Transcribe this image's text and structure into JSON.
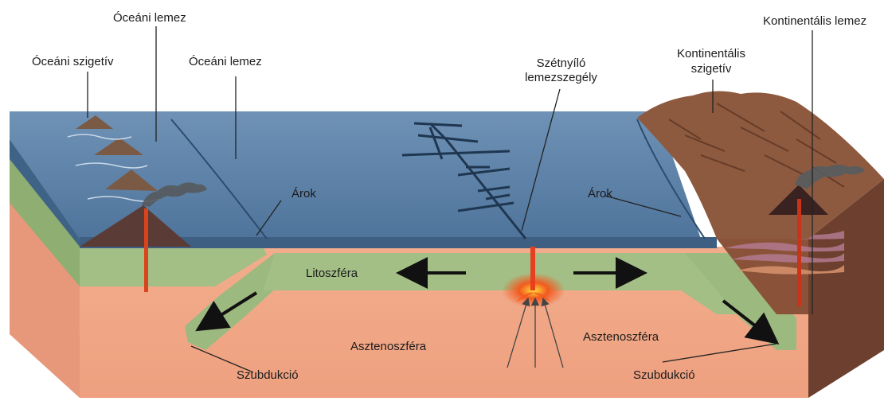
{
  "labels": {
    "oceanic_plate_top": "Óceáni lemez",
    "oceanic_island_arc": "Óceáni szigetív",
    "oceanic_plate": "Óceáni lemez",
    "spreading_ridge_line1": "Szétnyíló",
    "spreading_ridge_line2": "lemezszegély",
    "continental_plate": "Kontinentális lemez",
    "continental_arc_line1": "Kontinentális",
    "continental_arc_line2": "szigetív",
    "trench_left": "Árok",
    "trench_right": "Árok",
    "lithosphere": "Litoszféra",
    "asthenosphere_left": "Asztenoszféra",
    "asthenosphere_right": "Asztenoszféra",
    "subduction_left": "Szubdukció",
    "subduction_right": "Szubdukció"
  },
  "colors": {
    "ocean_surface": "#5a7fa3",
    "ocean_side": "#4a6d92",
    "lithosphere": "#9cb97f",
    "asthenosphere": "#f0a685",
    "magma": "#e8401f",
    "continent": "#8a5a3e",
    "volcano": "#5b3b35"
  }
}
